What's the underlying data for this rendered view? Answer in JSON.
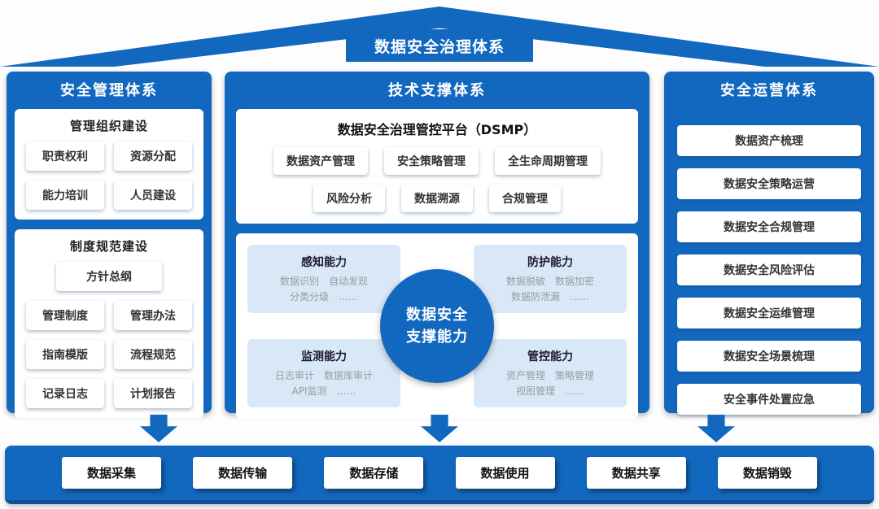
{
  "title": "数据安全治理体系",
  "colors": {
    "primary": "#1268bf",
    "primary_dark": "#0d4f94",
    "block_light": "#d9e8f7",
    "muted_text": "#9b9b9b"
  },
  "left": {
    "title": "安全管理体系",
    "org": {
      "title": "管理组织建设",
      "items": [
        "职责权利",
        "资源分配",
        "能力培训",
        "人员建设"
      ]
    },
    "rules": {
      "title": "制度规范建设",
      "featured": "方针总纲",
      "items": [
        "管理制度",
        "管理办法",
        "指南模版",
        "流程规范",
        "记录日志",
        "计划报告"
      ]
    }
  },
  "middle": {
    "title": "技术支撑体系",
    "platform": {
      "title": "数据安全治理管控平台（DSMP）",
      "row1": [
        "数据资产管理",
        "安全策略管理",
        "全生命周期管理"
      ],
      "row2": [
        "风险分析",
        "数据溯源",
        "合规管理"
      ]
    },
    "capability": {
      "center_line1": "数据安全",
      "center_line2": "支撑能力",
      "blocks": [
        {
          "title": "感知能力",
          "line1": "数据识别　自动发现",
          "line2": "分类分级　……"
        },
        {
          "title": "防护能力",
          "line1": "数据脱敏　数据加密",
          "line2": "数据防泄漏　……"
        },
        {
          "title": "监测能力",
          "line1": "日志审计　数据库审计",
          "line2": "API监测　……"
        },
        {
          "title": "管控能力",
          "line1": "资产管理　策略管理",
          "line2": "视图管理　……"
        }
      ]
    }
  },
  "right": {
    "title": "安全运营体系",
    "items": [
      "数据资产梳理",
      "数据安全策略运营",
      "数据安全合规管理",
      "数据安全风险评估",
      "数据安全运维管理",
      "数据安全场景梳理",
      "安全事件处置应急"
    ]
  },
  "bottom": {
    "items": [
      "数据采集",
      "数据传输",
      "数据存储",
      "数据使用",
      "数据共享",
      "数据销毁"
    ]
  }
}
